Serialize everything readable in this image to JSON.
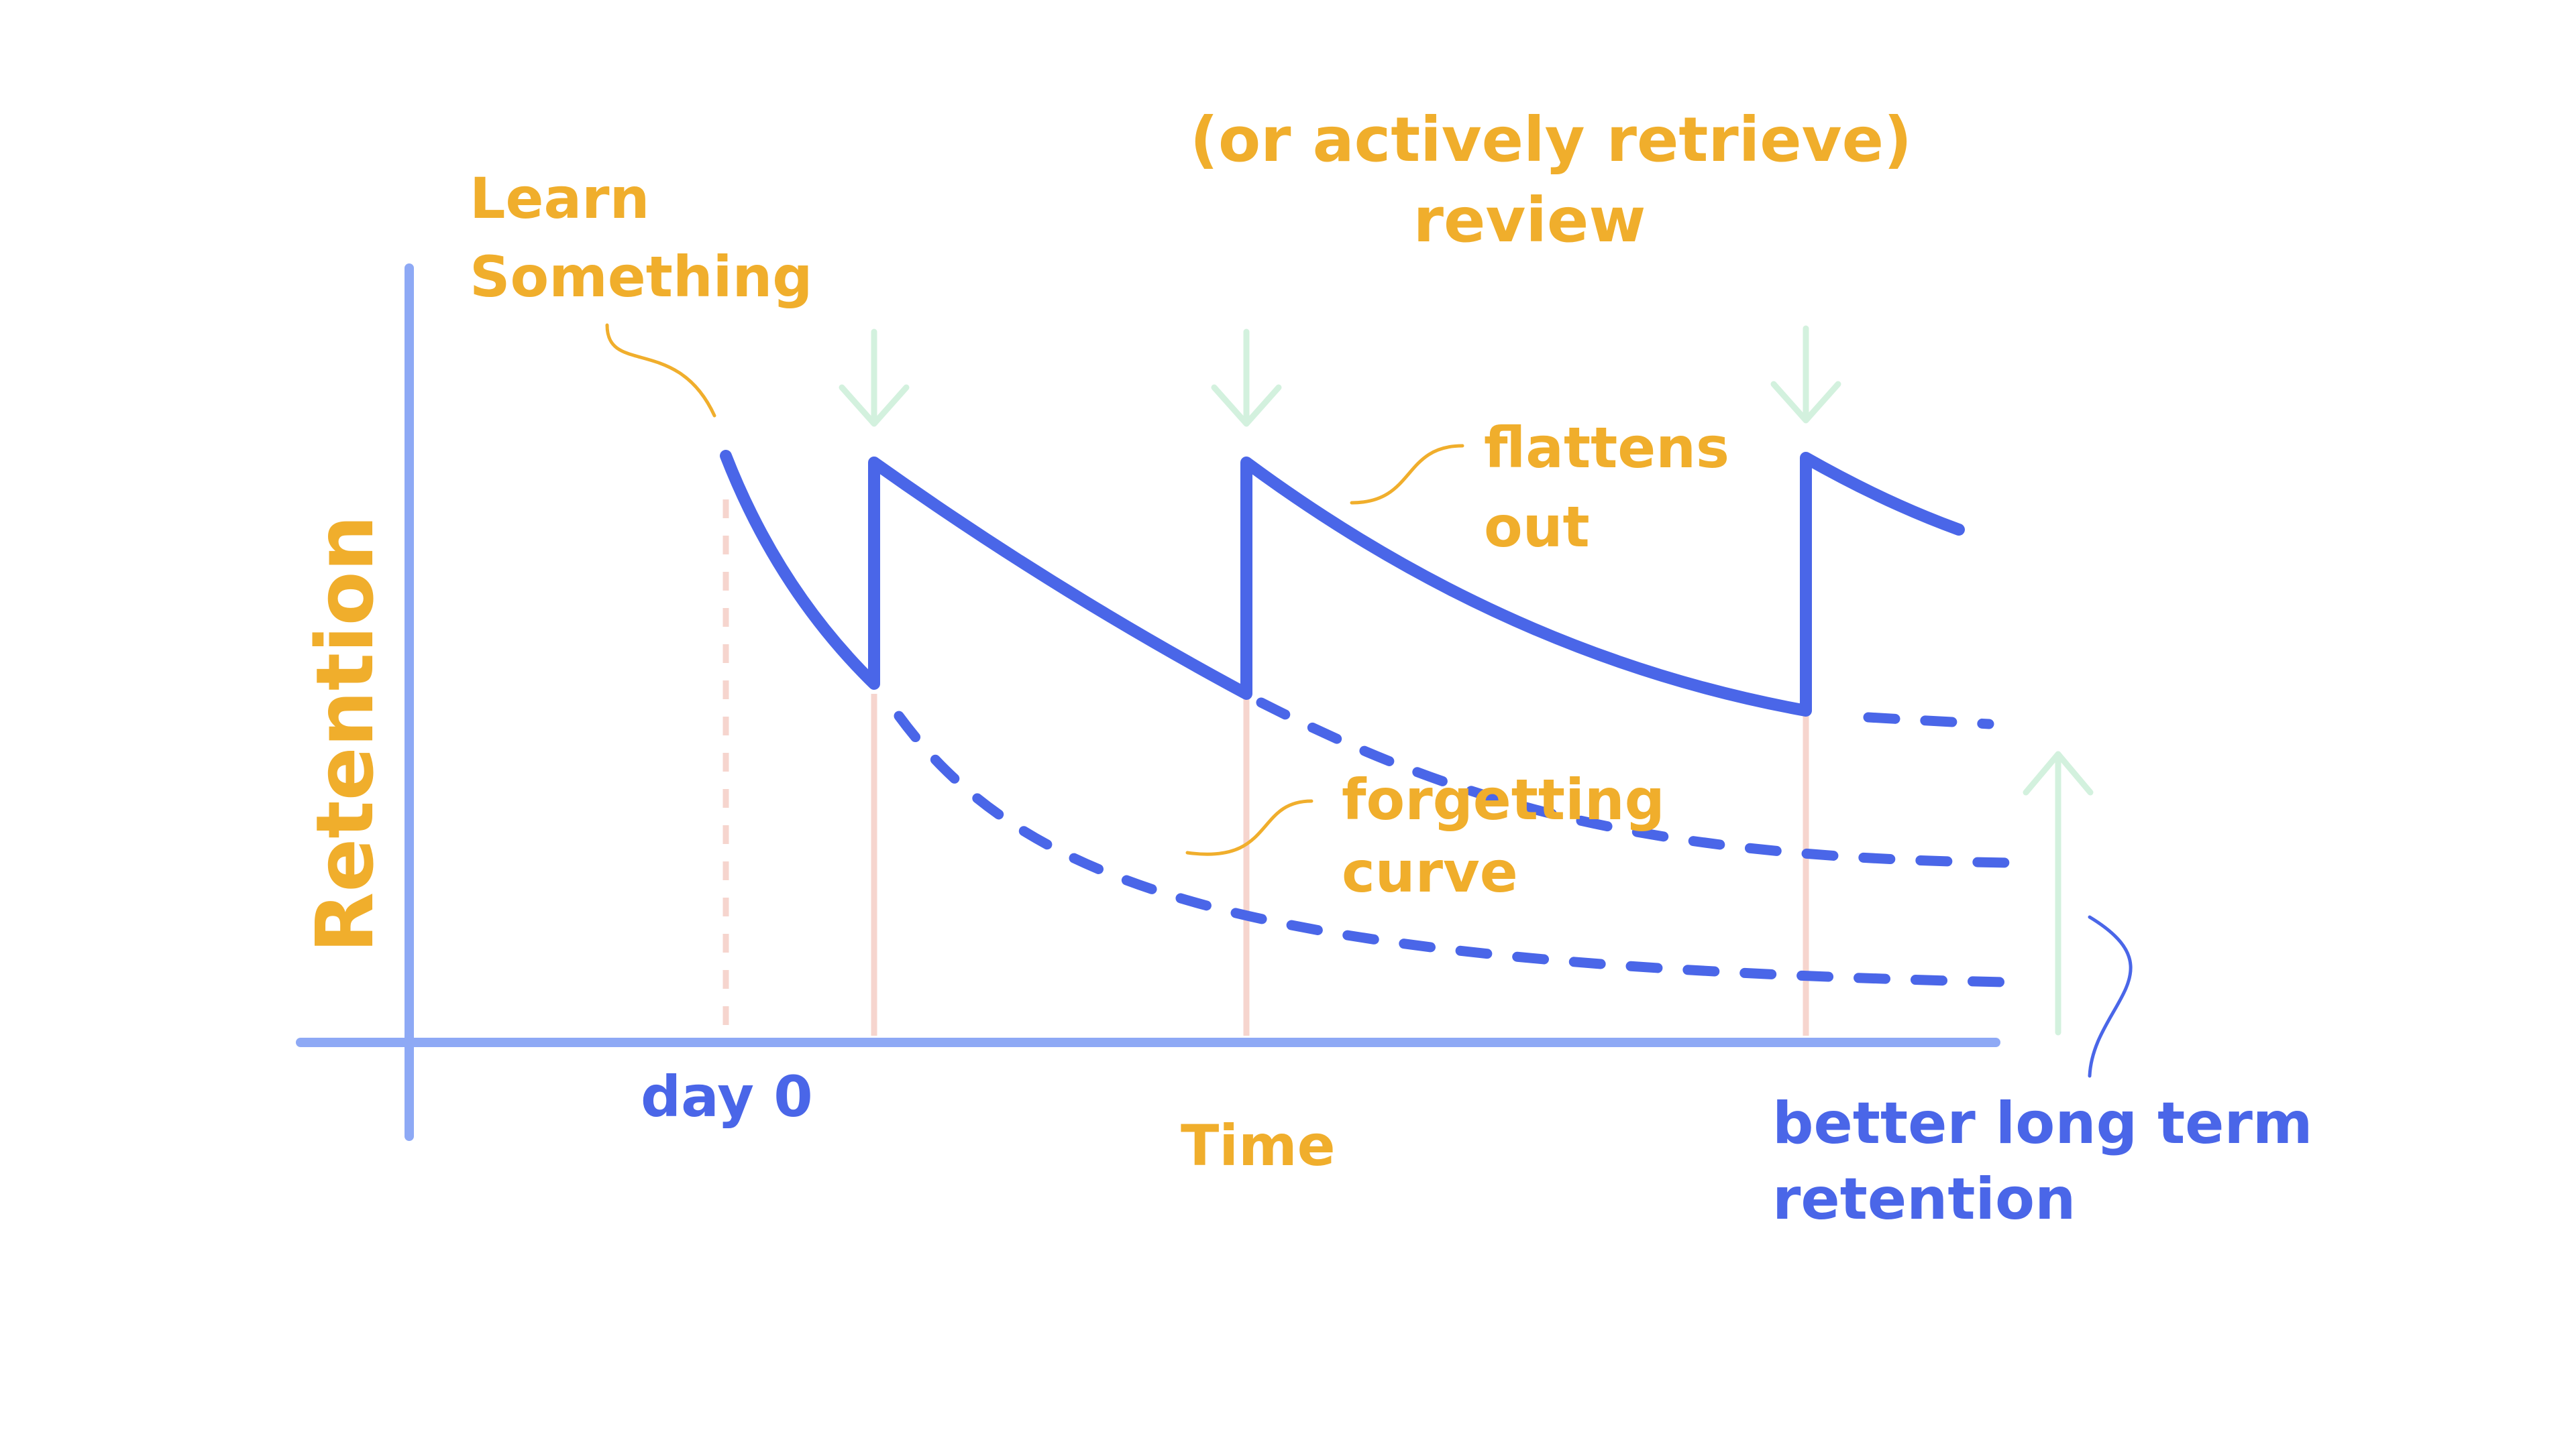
{
  "labels": {
    "axis_y": "Retention",
    "axis_x": "Time",
    "day_zero": "day 0",
    "learn_line1": "Learn",
    "learn_line2": "Something",
    "review_line1": "(or actively retrieve)",
    "review_line2": "review",
    "flattens_line1": "flattens",
    "flattens_line2": "out",
    "forgetting_line1": "forgetting",
    "forgetting_line2": "curve",
    "better_line1": "better long term",
    "better_line2": "retention"
  },
  "colors": {
    "axis": "#8EA9F5",
    "curve": "#4A66E8",
    "annotation_orange": "#F0AE2C",
    "annotation_blue": "#4A66E8",
    "review_arrow": "#D3F1DE",
    "guide_line": "#F6D5CE"
  },
  "icons": {
    "review_marker": "down-arrow-icon",
    "improvement_marker": "up-arrow-icon"
  }
}
